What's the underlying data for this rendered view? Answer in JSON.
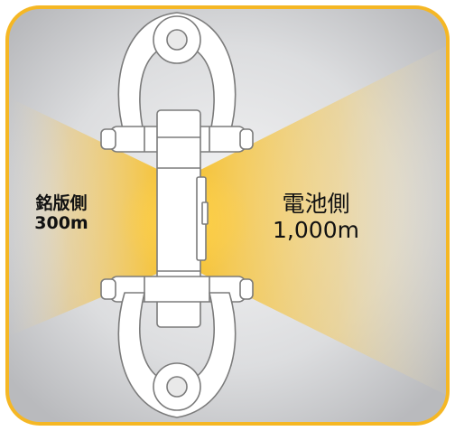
{
  "labels": {
    "nameplate_side": {
      "title": "銘版側",
      "range": "300m"
    },
    "battery_side": {
      "title": "電池側",
      "range": "1,000m"
    }
  },
  "colors": {
    "frame_border": "#f5b724",
    "panel_gray": "#d8d9db",
    "beam_yellow": "#f6c443",
    "device_outline": "#7a7a7a",
    "device_fill": "#ffffff"
  },
  "icons": {
    "device": "load-cell-shackle-icon"
  }
}
